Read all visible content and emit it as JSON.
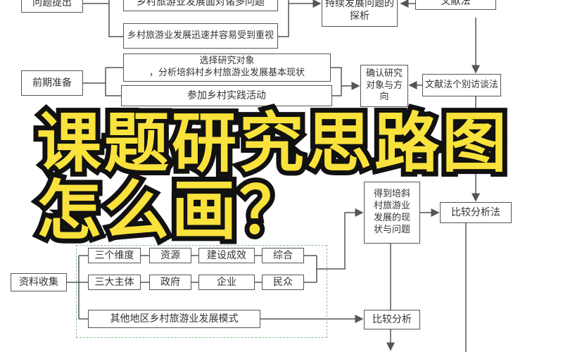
{
  "diagram": {
    "nodes": {
      "problem_raise": "问题提出",
      "issue_many": "乡村旅游业发展面对诸多问题",
      "issue_fast": "乡村旅游业发展迅速并容易受到重视",
      "sustain": "持续发展问题的探析",
      "literature": "文献法",
      "prep": "前期准备",
      "select_obj": "选择研究对象\n，分析培斜村乡村旅游业发展基本现状",
      "practice": "参加乡村实践活动",
      "confirm": "确认研究对象与方向",
      "lit_interview": "文献法个别访谈法",
      "dim3": "三个维度",
      "resource": "资源",
      "build": "建设成效",
      "overall": "综合",
      "gov": "政府",
      "enterprise": "企业",
      "public": "民众",
      "data_collect": "资料收集",
      "three_subjects": "三大主体",
      "other_regions": "其他地区乡村旅游业发展模式",
      "status": "得到培斜村旅游业发展的现状与问题",
      "compare_method": "比较分析法",
      "compare": "比较分析"
    },
    "colors": {
      "dashed_region": "#8bbf8b",
      "overlay_text": "#f9e23c",
      "overlay_stroke": "#111111"
    }
  },
  "overlay": {
    "line1": "课题研究思路图",
    "line2": "怎么画？"
  }
}
